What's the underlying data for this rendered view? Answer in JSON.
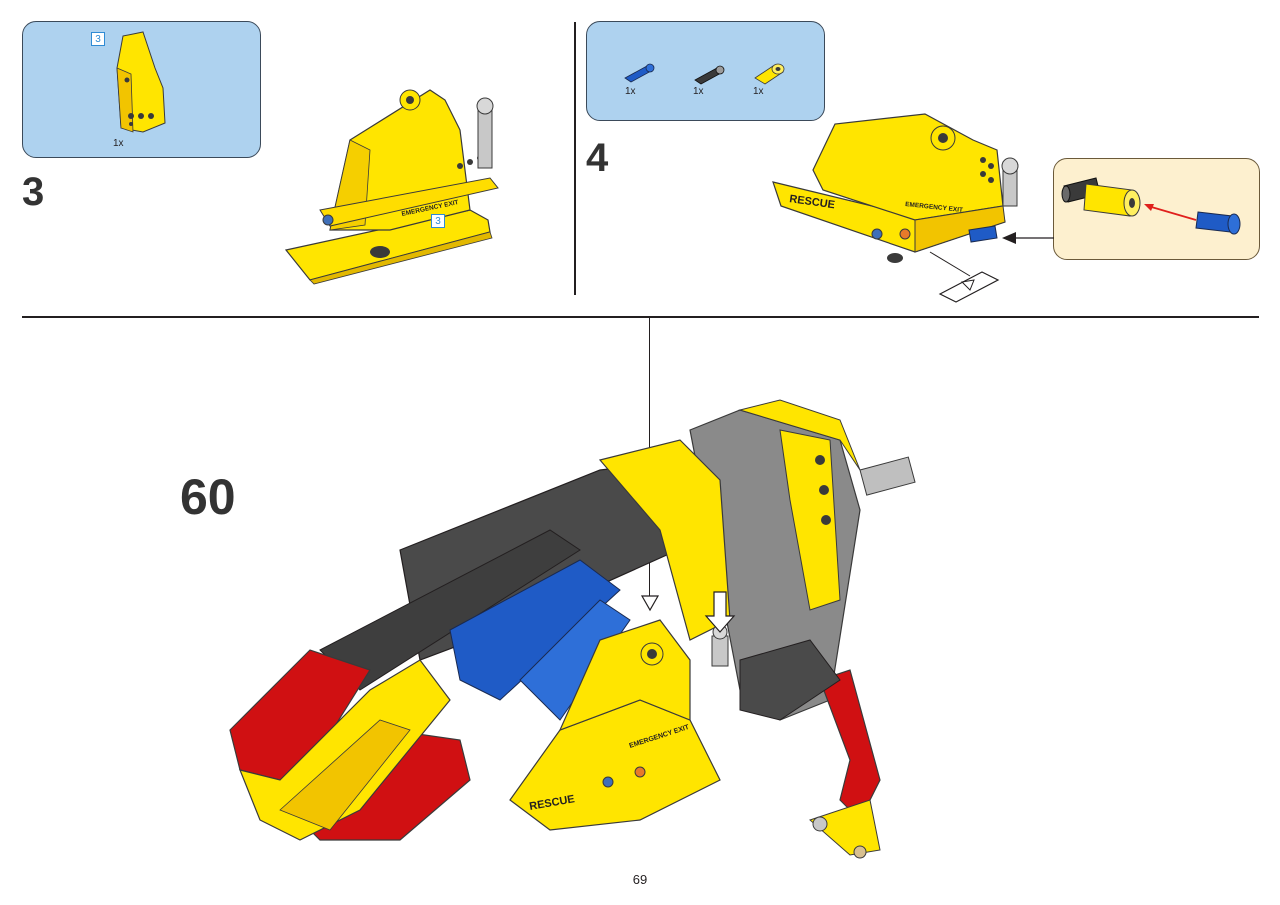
{
  "step3": {
    "number": "3",
    "parts": [
      {
        "qty": "1x",
        "name": "yellow-panel"
      }
    ],
    "badge": "3",
    "assembly_badge": "3",
    "label": "EMERGENCY EXIT"
  },
  "step4": {
    "number": "4",
    "parts": [
      {
        "qty": "1x",
        "name": "blue-pin"
      },
      {
        "qty": "1x",
        "name": "black-axle-pin"
      },
      {
        "qty": "1x",
        "name": "yellow-connector"
      }
    ],
    "label_rescue": "RESCUE",
    "label_exit": "EMERGENCY EXIT"
  },
  "step60": {
    "number": "60",
    "label_rescue": "RESCUE",
    "label_exit": "EMERGENCY EXIT"
  },
  "page": {
    "number": "69"
  },
  "colors": {
    "parts_bg": "#aed2ef",
    "callout_bg": "#fdf0cf",
    "lego_yellow": "#ffe500",
    "lego_red": "#d01012",
    "lego_blue": "#1f5bc6",
    "dark_gray": "#4a4a4a"
  }
}
